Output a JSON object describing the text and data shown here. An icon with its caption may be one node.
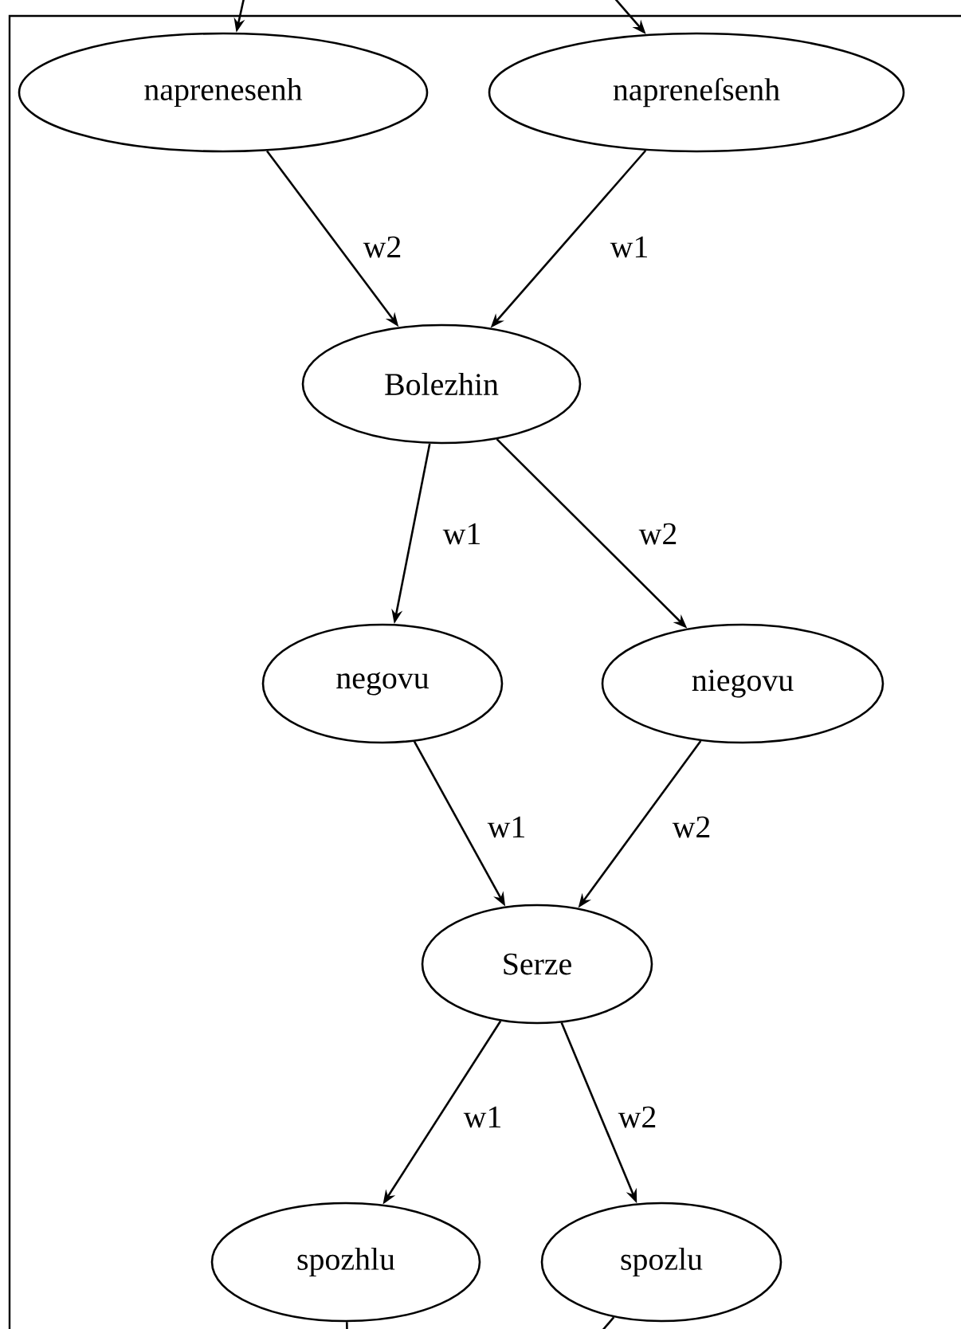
{
  "diagram": {
    "nodes": [
      {
        "text": [
          "naprenesenh"
        ]
      },
      {
        "text": [
          "napreneſsenh"
        ]
      },
      {
        "text": [
          "Bolezhin"
        ]
      },
      {
        "text": [
          "negovu"
        ]
      },
      {
        "text": [
          "niegovu"
        ]
      },
      {
        "text": [
          "Serze"
        ]
      },
      {
        "text": [
          "spozhlu"
        ]
      },
      {
        "text": [
          "spozlu"
        ]
      }
    ],
    "edges": [
      {
        "from": null,
        "to": 0,
        "arrow": "to"
      },
      {
        "from": null,
        "to": 1,
        "arrow": "to"
      },
      {
        "from": 0,
        "to": 2,
        "arrow": "to",
        "label": "w2"
      },
      {
        "from": 1,
        "to": 2,
        "arrow": "to",
        "label": "w1"
      },
      {
        "from": 2,
        "to": 3,
        "arrow": "to",
        "label": "w1"
      },
      {
        "from": 2,
        "to": 4,
        "arrow": "to",
        "label": "w2"
      },
      {
        "from": 3,
        "to": 5,
        "arrow": "to",
        "label": "w1"
      },
      {
        "from": 4,
        "to": 5,
        "arrow": "to",
        "label": "w2"
      },
      {
        "from": 5,
        "to": 6,
        "arrow": "to",
        "label": "w1"
      },
      {
        "from": 5,
        "to": 7,
        "arrow": "to",
        "label": "w2"
      },
      {
        "from": 6,
        "to": null,
        "arrow": "none"
      },
      {
        "from": 7,
        "to": null,
        "arrow": "none"
      }
    ]
  }
}
